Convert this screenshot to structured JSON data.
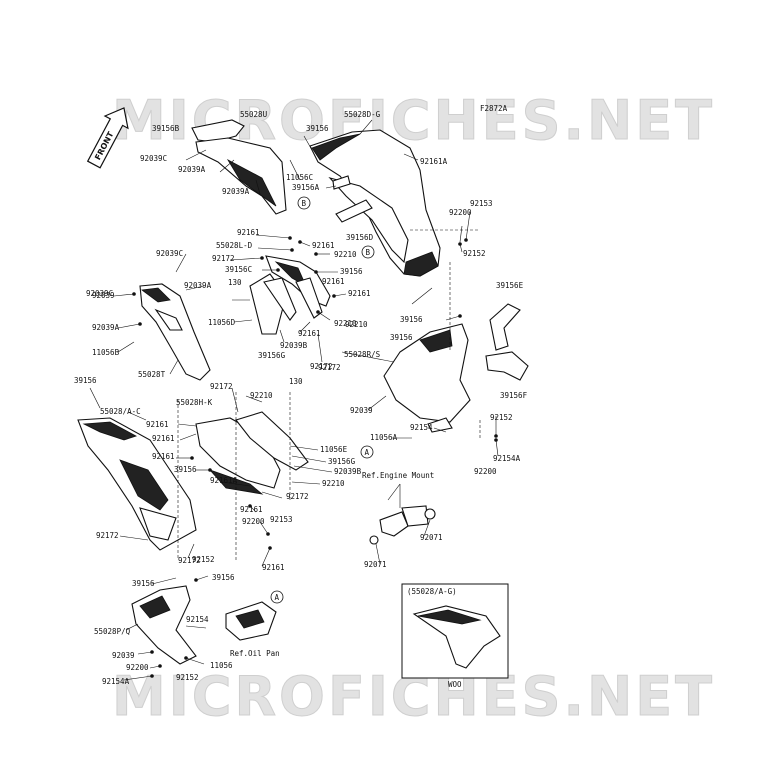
{
  "diagram_code": "F2872A",
  "front_label": "FRONT",
  "watermark": "MICROFICHES.NET",
  "inset_title": "(55028/A-G)",
  "inset_footer": "WOO",
  "refs": {
    "engine_mount": "Ref.Engine Mount",
    "oil_pan": "Ref.Oil Pan"
  },
  "callouts": {
    "a": "A",
    "b": "B"
  },
  "labels": [
    "39156B",
    "55028U",
    "92039C",
    "92039A",
    "92039A",
    "11056C",
    "39156",
    "55028D-G",
    "92161A",
    "39156A",
    "39156D",
    "92153",
    "92200",
    "92152",
    "92161",
    "92161",
    "55028L-D",
    "92161",
    "92172",
    "92210",
    "39156C",
    "39156",
    "92161",
    "92210",
    "92172",
    "39156",
    "39156",
    "92039C",
    "92039",
    "92039C",
    "92039A",
    "130",
    "11056D",
    "92039B",
    "39156G",
    "92161",
    "92210",
    "92172",
    "92039A",
    "11056B",
    "55028T",
    "39156E",
    "39156F",
    "55028R/S",
    "92039",
    "92154",
    "11056A",
    "92152",
    "92154A",
    "92200",
    "39156",
    "55028/A-C",
    "92172",
    "92210",
    "55028H-K",
    "130",
    "92161",
    "92161",
    "11056E",
    "39156G",
    "92039B",
    "92161",
    "39156",
    "92161A",
    "92210",
    "92172",
    "92161",
    "92200",
    "92153",
    "92172",
    "92152",
    "92161",
    "92172",
    "39156",
    "39156",
    "55028P/Q",
    "92154",
    "92039",
    "92200",
    "11056",
    "92154A",
    "92152",
    "92071",
    "92071"
  ]
}
